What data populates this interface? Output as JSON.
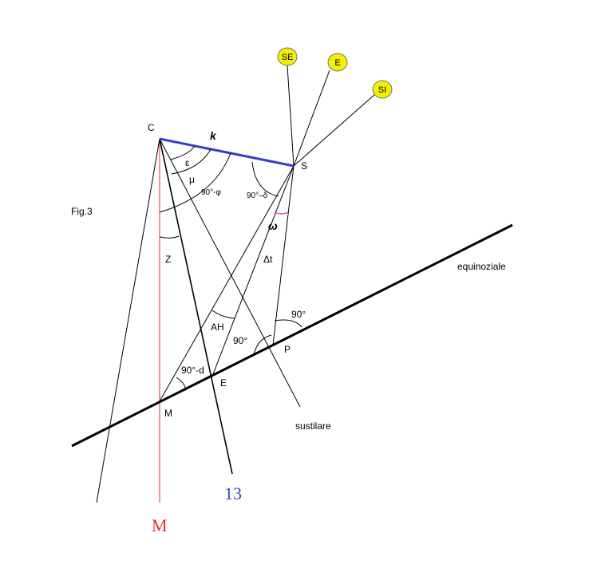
{
  "figure_label": "Fig.3",
  "colors": {
    "line": "#000000",
    "k_segment": "#3340c8",
    "meridian": "#e03030",
    "sun_fill": "#f2f000",
    "sun_stroke": "#777777",
    "omega_arc": "#c050c0"
  },
  "points": {
    "C": "C",
    "S": "S",
    "M": "M",
    "E": "E",
    "P": "P"
  },
  "segment_label": "k",
  "suns": [
    "SE",
    "E",
    "SI"
  ],
  "angles": {
    "epsilon": "ε",
    "mu": "μ",
    "phi": "90°-φ",
    "delta": "90°–δ",
    "omega": "ω",
    "z": "Z",
    "delta_t": "Δt",
    "ah": "AH",
    "right_p_outer": "90°",
    "right_p_inner": "90°",
    "d": "90°-d"
  },
  "line_labels": {
    "equinoziale": "equinoziale",
    "sustilare": "sustilare",
    "meridian_end": "M",
    "hour_line": "13"
  }
}
